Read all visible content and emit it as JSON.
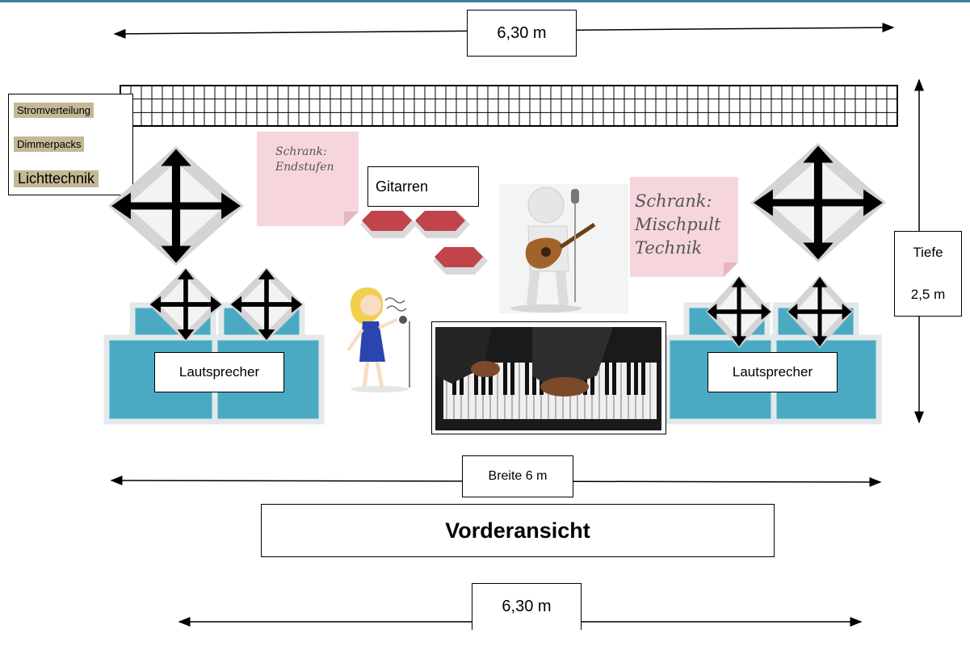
{
  "dimensions": {
    "top_width": "6,30 m",
    "bottom_width": "6,30 m",
    "stage_width": "Breite 6 m",
    "depth_label": "Tiefe",
    "depth_value": "2,5 m"
  },
  "title": "Vorderansicht",
  "legend": {
    "power": "Stromverteilung",
    "dimmer": "Dimmerpacks",
    "lighting": "Lichttechnik"
  },
  "cabinets": {
    "amps_line1": "Schrank:",
    "amps_line2": "Endstufen",
    "mixer_line1": "Schrank:",
    "mixer_line2": "Mischpult",
    "mixer_line3": "Technik"
  },
  "labels": {
    "guitars": "Gitarren",
    "speaker_left": "Lautsprecher",
    "speaker_right": "Lautsprecher"
  },
  "colors": {
    "speaker_fill": "#4aaac4",
    "guitar_stand": "#c0444a",
    "note_fill": "#f6d6dc",
    "legend_tag": "#c4b896"
  }
}
